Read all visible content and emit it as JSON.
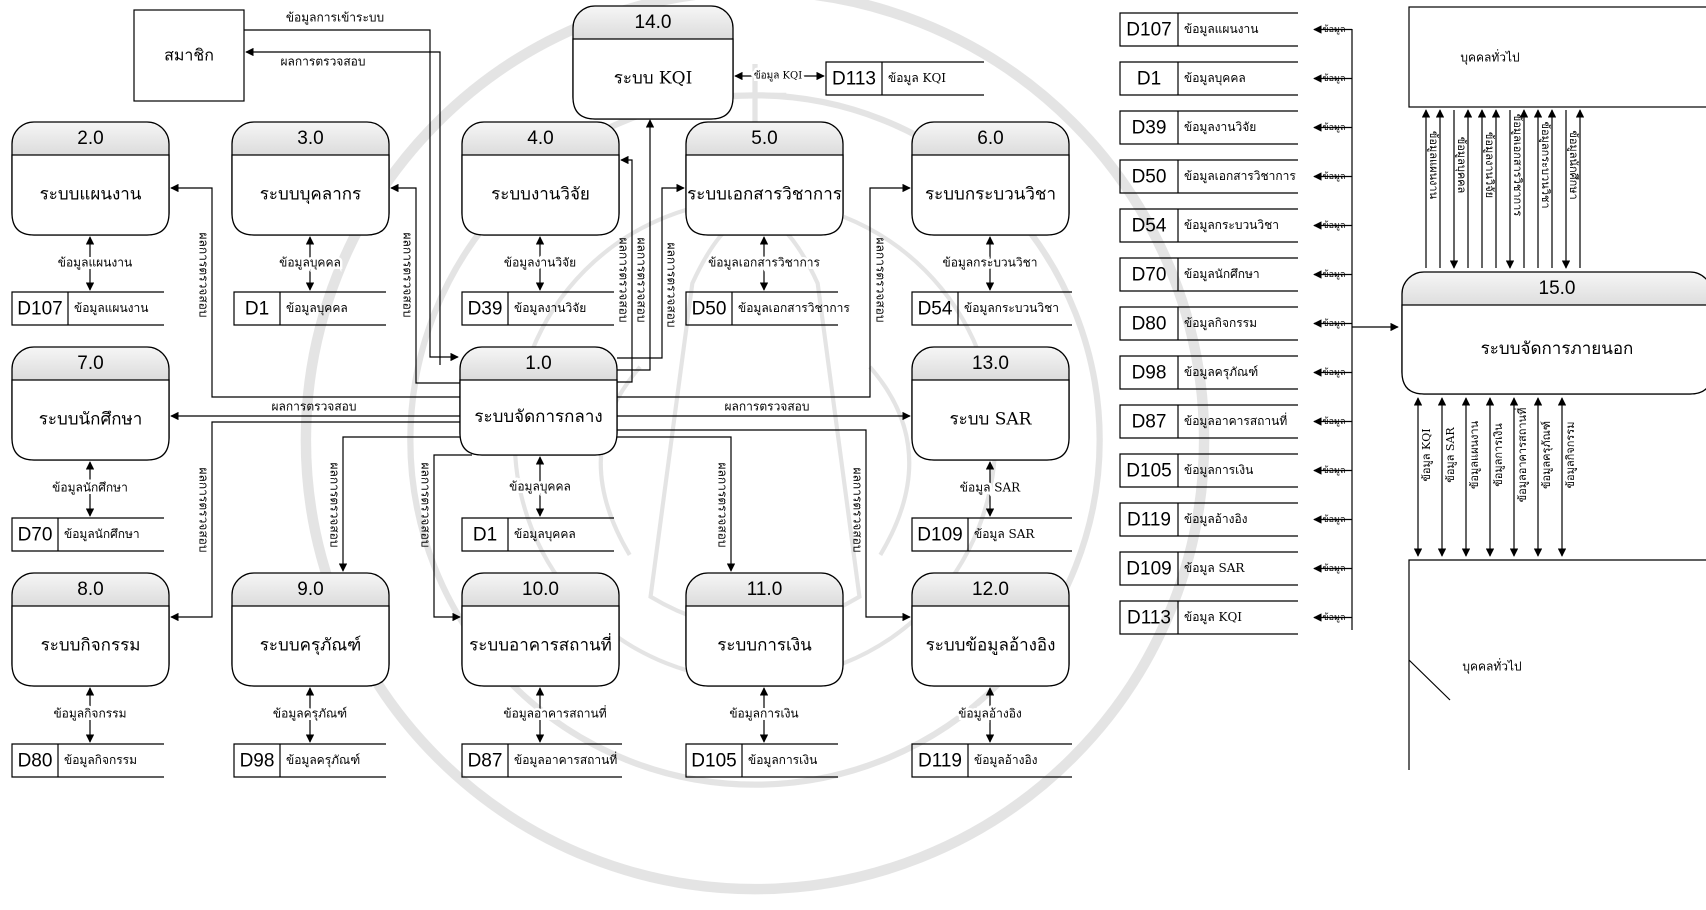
{
  "entities": {
    "member": "สมาชิก",
    "public_top": "บุคคลทั่วไป",
    "public_bottom": "บุคคลทั่วไป"
  },
  "processes": [
    {
      "id": "1.0",
      "name": "ระบบจัดการกลาง"
    },
    {
      "id": "2.0",
      "name": "ระบบแผนงาน"
    },
    {
      "id": "3.0",
      "name": "ระบบบุคลากร"
    },
    {
      "id": "4.0",
      "name": "ระบบงานวิจัย"
    },
    {
      "id": "5.0",
      "name": "ระบบเอกสารวิชาการ"
    },
    {
      "id": "6.0",
      "name": "ระบบกระบวนวิชา"
    },
    {
      "id": "7.0",
      "name": "ระบบนักศึกษา"
    },
    {
      "id": "8.0",
      "name": "ระบบกิจกรรม"
    },
    {
      "id": "9.0",
      "name": "ระบบครุภัณฑ์"
    },
    {
      "id": "10.0",
      "name": "ระบบอาคารสถานที่"
    },
    {
      "id": "11.0",
      "name": "ระบบการเงิน"
    },
    {
      "id": "12.0",
      "name": "ระบบข้อมูลอ้างอิง"
    },
    {
      "id": "13.0",
      "name": "ระบบ SAR"
    },
    {
      "id": "14.0",
      "name": "ระบบ KQI"
    },
    {
      "id": "15.0",
      "name": "ระบบจัดการภายนอก"
    }
  ],
  "stores": [
    {
      "id": "D107",
      "name": "ข้อมูลแผนงาน"
    },
    {
      "id": "D1",
      "name": "ข้อมูลบุคคล"
    },
    {
      "id": "D39",
      "name": "ข้อมูลงานวิจัย"
    },
    {
      "id": "D50",
      "name": "ข้อมูลเอกสารวิชาการ"
    },
    {
      "id": "D54",
      "name": "ข้อมูลกระบวนวิชา"
    },
    {
      "id": "D70",
      "name": "ข้อมูลนักศึกษา"
    },
    {
      "id": "D1",
      "name": "ข้อมูลบุคคล"
    },
    {
      "id": "D109",
      "name": "ข้อมูล SAR"
    },
    {
      "id": "D80",
      "name": "ข้อมูลกิจกรรม"
    },
    {
      "id": "D98",
      "name": "ข้อมูลครุภัณฑ์"
    },
    {
      "id": "D87",
      "name": "ข้อมูลอาคารสถานที่"
    },
    {
      "id": "D105",
      "name": "ข้อมูลการเงิน"
    },
    {
      "id": "D119",
      "name": "ข้อมูลอ้างอิง"
    },
    {
      "id": "D113",
      "name": "ข้อมูล KQI"
    }
  ],
  "store_list": [
    {
      "id": "D107",
      "name": "ข้อมูลแผนงาน"
    },
    {
      "id": "D1",
      "name": "ข้อมูลบุคคล"
    },
    {
      "id": "D39",
      "name": "ข้อมูลงานวิจัย"
    },
    {
      "id": "D50",
      "name": "ข้อมูลเอกสารวิชาการ"
    },
    {
      "id": "D54",
      "name": "ข้อมูลกระบวนวิชา"
    },
    {
      "id": "D70",
      "name": "ข้อมูลนักศึกษา"
    },
    {
      "id": "D80",
      "name": "ข้อมูลกิจกรรม"
    },
    {
      "id": "D98",
      "name": "ข้อมูลครุภัณฑ์"
    },
    {
      "id": "D87",
      "name": "ข้อมูลอาคารสถานที่"
    },
    {
      "id": "D105",
      "name": "ข้อมูลการเงิน"
    },
    {
      "id": "D119",
      "name": "ข้อมูลอ้างอิง"
    },
    {
      "id": "D109",
      "name": "ข้อมูล SAR"
    },
    {
      "id": "D113",
      "name": "ข้อมูล KQI"
    }
  ],
  "list_flow": "ข้อมูล",
  "flows": {
    "login": "ข้อมูลการเข้าระบบ",
    "result": "ผลการตรวจสอบ",
    "plan": "ข้อมูลแผนงาน",
    "person": "ข้อมูลบุคคล",
    "research": "ข้อมูลงานวิจัย",
    "docs": "ข้อมูลเอกสารวิชาการ",
    "course": "ข้อมูลกระบวนวิชา",
    "student": "ข้อมูลนักศึกษา",
    "sar": "ข้อมูล SAR",
    "activity": "ข้อมูลกิจกรรม",
    "durable": "ข้อมูลครุภัณฑ์",
    "building": "ข้อมูลอาคารสถานที่",
    "finance": "ข้อมูลการเงิน",
    "reference": "ข้อมูลอ้างอิง",
    "kqi": "ข้อมูล KQI"
  },
  "external_flows_top": [
    "ข้อมูลแผนงาน",
    "ข้อมูลบุคคล",
    "ข้อมูลงานวิจัย",
    "ข้อมูลเอกสารวิชาการ",
    "ข้อมูลกระบวนวิชา",
    "ข้อมูลนักศึกษา"
  ],
  "external_flows_bottom": [
    "ข้อมูล KQI",
    "ข้อมูล SAR",
    "ข้อมูลแผนงาน",
    "ข้อมูลการเงิน",
    "ข้อมูลอาคารสถานที่",
    "ข้อมูลครุภัณฑ์",
    "ข้อมูลกิจกรรม"
  ]
}
